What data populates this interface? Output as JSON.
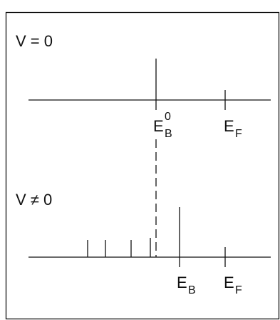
{
  "top_panel": {
    "condition_label": "V = 0",
    "peak_label": "E",
    "peak_label_sub": "B",
    "peak_label_sup": "0",
    "fermi_label": "E",
    "fermi_label_sub": "F"
  },
  "bottom_panel": {
    "condition_label": "V ≠ 0",
    "peak_label": "E",
    "peak_label_sub": "B",
    "fermi_label": "E",
    "fermi_label_sub": "F"
  },
  "colors": {
    "line": "#111111",
    "background": "#ffffff"
  }
}
